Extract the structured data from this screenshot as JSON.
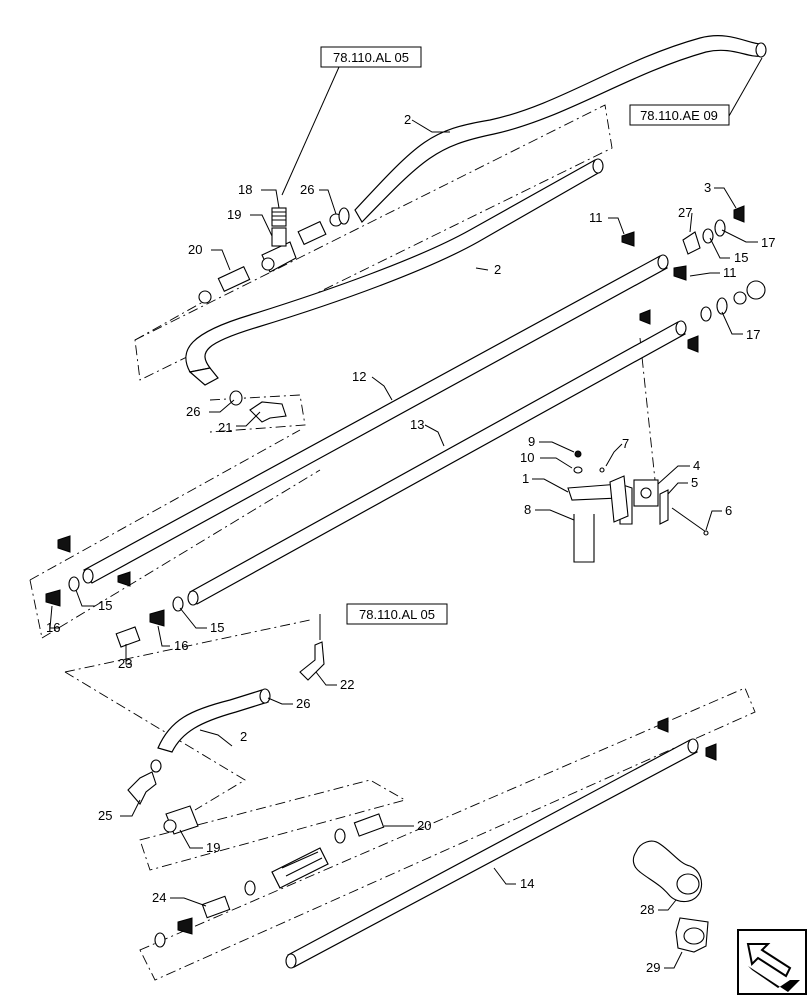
{
  "diagram": {
    "reference_boxes": [
      {
        "id": "ref-top",
        "text": "78.110.AL 05"
      },
      {
        "id": "ref-right",
        "text": "78.110.AE 09"
      },
      {
        "id": "ref-mid",
        "text": "78.110.AL 05"
      }
    ],
    "callouts": [
      {
        "id": "c2a",
        "text": "2"
      },
      {
        "id": "c2b",
        "text": "2"
      },
      {
        "id": "c2c",
        "text": "2"
      },
      {
        "id": "c18",
        "text": "18"
      },
      {
        "id": "c26a",
        "text": "26"
      },
      {
        "id": "c19a",
        "text": "19"
      },
      {
        "id": "c20a",
        "text": "20"
      },
      {
        "id": "c26b",
        "text": "26"
      },
      {
        "id": "c21",
        "text": "21"
      },
      {
        "id": "c3",
        "text": "3"
      },
      {
        "id": "c11a",
        "text": "11"
      },
      {
        "id": "c27",
        "text": "27"
      },
      {
        "id": "c17a",
        "text": "17"
      },
      {
        "id": "c15a",
        "text": "15"
      },
      {
        "id": "c11b",
        "text": "11"
      },
      {
        "id": "c17b",
        "text": "17"
      },
      {
        "id": "c12",
        "text": "12"
      },
      {
        "id": "c13",
        "text": "13"
      },
      {
        "id": "c9",
        "text": "9"
      },
      {
        "id": "c7",
        "text": "7"
      },
      {
        "id": "c10",
        "text": "10"
      },
      {
        "id": "c4",
        "text": "4"
      },
      {
        "id": "c1",
        "text": "1"
      },
      {
        "id": "c5",
        "text": "5"
      },
      {
        "id": "c8",
        "text": "8"
      },
      {
        "id": "c6",
        "text": "6"
      },
      {
        "id": "c15b",
        "text": "15"
      },
      {
        "id": "c16a",
        "text": "16"
      },
      {
        "id": "c15c",
        "text": "15"
      },
      {
        "id": "c16b",
        "text": "16"
      },
      {
        "id": "c23",
        "text": "23"
      },
      {
        "id": "c22",
        "text": "22"
      },
      {
        "id": "c26c",
        "text": "26"
      },
      {
        "id": "c25",
        "text": "25"
      },
      {
        "id": "c19b",
        "text": "19"
      },
      {
        "id": "c20b",
        "text": "20"
      },
      {
        "id": "c14",
        "text": "14"
      },
      {
        "id": "c24",
        "text": "24"
      },
      {
        "id": "c28",
        "text": "28"
      },
      {
        "id": "c29",
        "text": "29"
      }
    ]
  }
}
